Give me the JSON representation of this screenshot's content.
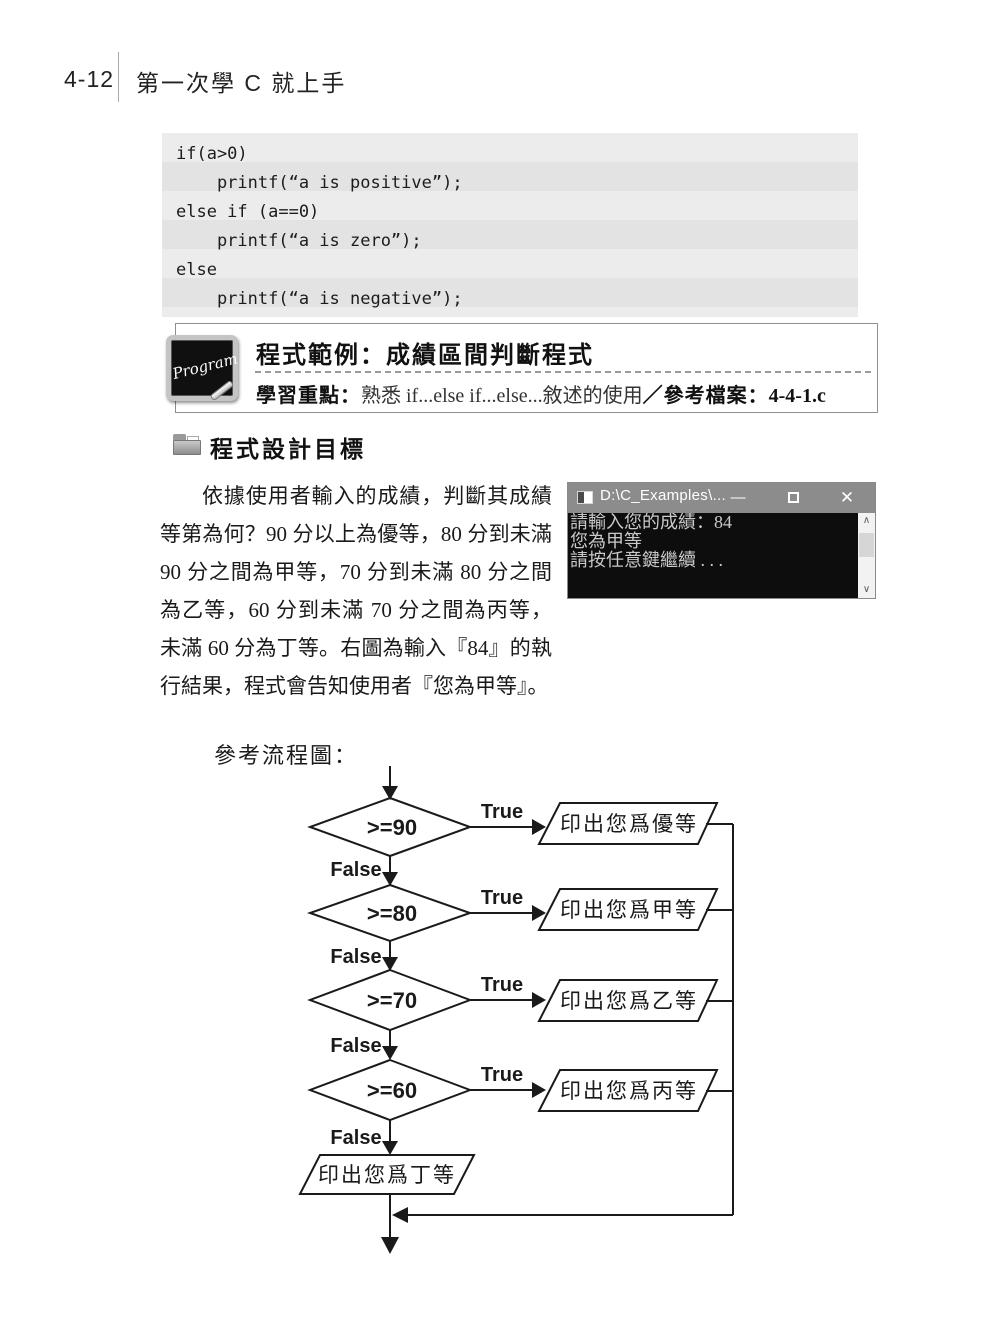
{
  "header": {
    "page_number": "4-12",
    "book_title": "第一次學 C 就上手"
  },
  "code_block": {
    "lines": [
      "if(a>0)",
      "    printf(“a is positive”);",
      "else if (a==0)",
      "    printf(“a is zero”);",
      "else",
      "    printf(“a is negative”);"
    ]
  },
  "example_box": {
    "icon_text": "Program",
    "title": "程式範例：成績區間判斷程式",
    "focus_label": "學習重點：",
    "focus_text": "熟悉 if...else if...else...敘述的使用",
    "file_label": "／參考檔案：",
    "file_name": "4-4-1.c"
  },
  "section_heading": {
    "title": "程式設計目標"
  },
  "body_paragraph": {
    "text": "依據使用者輸入的成績，判斷其成績等第為何？90 分以上為優等，80 分到未滿 90 分之間為甲等，70 分到未滿 80 分之間為乙等，60 分到未滿 70 分之間為丙等，未滿 60 分為丁等。右圖為輸入『84』的執行結果，程式會告知使用者『您為甲等』。"
  },
  "console_window": {
    "title": "D:\\C_Examples\\...",
    "minimize_glyph": "—",
    "close_glyph": "✕",
    "output_lines": [
      "請輸入您的成績：84",
      "您為甲等",
      "請按任意鍵繼續 . . ."
    ],
    "scroll_up_glyph": "∧",
    "scroll_down_glyph": "∨"
  },
  "flowchart": {
    "caption": "參考流程圖：",
    "true_label": "True",
    "false_label": "False",
    "decisions": [
      {
        "condition": ">=90",
        "output": "印出您爲優等"
      },
      {
        "condition": ">=80",
        "output": "印出您爲甲等"
      },
      {
        "condition": ">=70",
        "output": "印出您爲乙等"
      },
      {
        "condition": ">=60",
        "output": "印出您爲丙等"
      }
    ],
    "default_output": "印出您爲丁等"
  }
}
